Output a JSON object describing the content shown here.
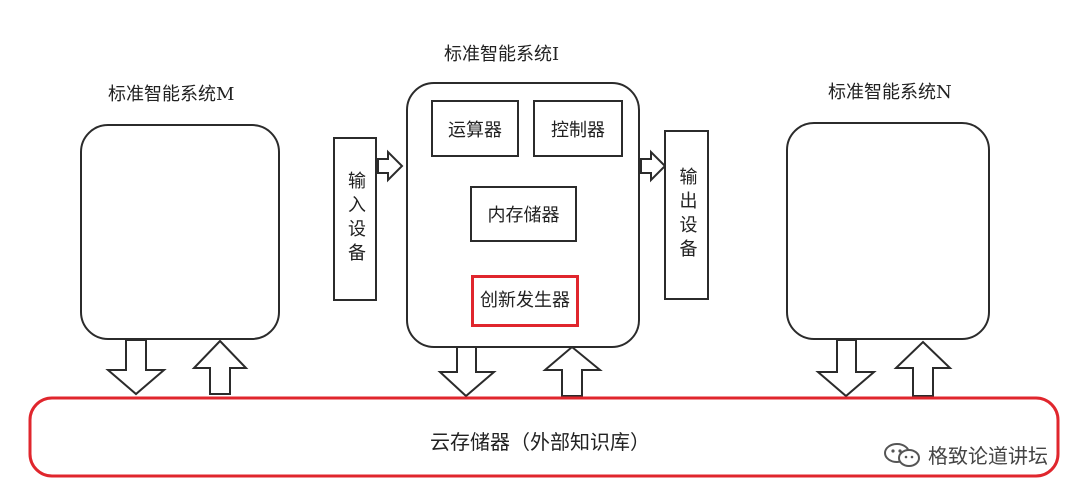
{
  "systems": {
    "m_title": "标准智能系统M",
    "i_title": "标准智能系统I",
    "n_title": "标准智能系统N"
  },
  "components": {
    "alu": "运算器",
    "controller": "控制器",
    "memory": "内存储器",
    "innovation_generator": "创新发生器"
  },
  "io": {
    "input": "输入设备",
    "output": "输出设备"
  },
  "cloud": {
    "label": "云存储器（外部知识库）"
  },
  "watermark": {
    "text": "格致论道讲坛",
    "icon": "wechat-icon"
  },
  "colors": {
    "highlight": "#e0262d",
    "stroke": "#2b2b2b"
  }
}
